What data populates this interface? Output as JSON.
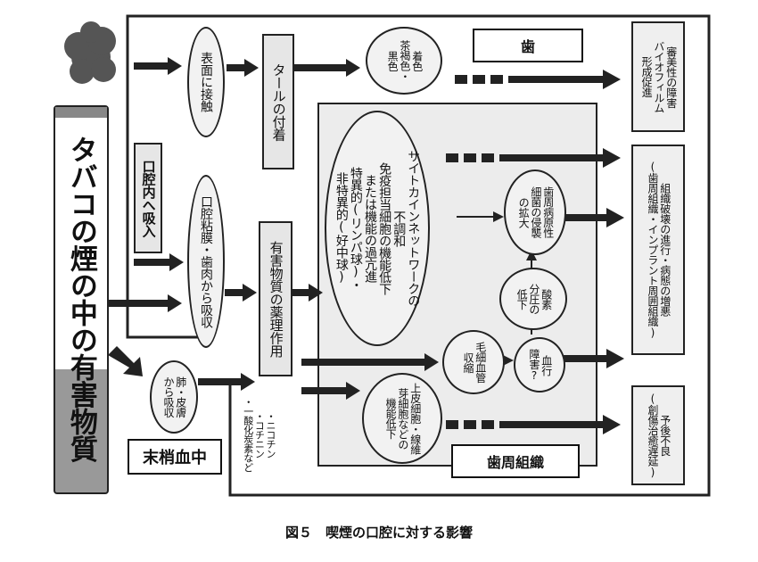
{
  "cigarette": {
    "label": "タバコの煙の中の有害物質"
  },
  "nodes": {
    "oral_intake": "口腔内へ吸入",
    "surface_contact": "表面に接触",
    "tar_adhesion": "タールの付着",
    "stain": "着色\n茶褐色・\n黒色",
    "mucosa_absorption": "口腔粘膜・歯肉から吸収",
    "pharmacology": "有害物質の薬理作用",
    "substances": "・ニコチン\n・コチニン\n・一酸化炭素など",
    "lung_skin": "肺・皮膚\nから吸収",
    "peripheral_blood": "末梢血中",
    "immune": "サイトカインネットワークの\n不調和\n免疫担当細胞の機能低下\nまたは機能の過亢進\n特異的(リンパ球)・\n非特異的(好中球)",
    "bacteria_invasion": "歯周病原性\n細菌の侵襲\nの拡大",
    "oxygen_pressure": "酸素\n分圧の\n低下",
    "capillary": "毛細血管\n収縮",
    "blood_flow": "血行\n障害?",
    "epithelial": "上皮細胞・線維\n芽細胞などの\n機能低下"
  },
  "targets": {
    "tooth": "歯",
    "periodontal_tissue": "歯周組織"
  },
  "outcomes": {
    "aesthetic": "審美性の障害\nバイオフィルム\n形成促進",
    "tissue_destruction": "組織破壊の進行・病態の増悪\n(歯周組織・インプラント周囲組織)",
    "prognosis": "予後不良\n(創傷治癒遅延)"
  },
  "caption": "図５　喫煙の口腔に対する影響"
}
